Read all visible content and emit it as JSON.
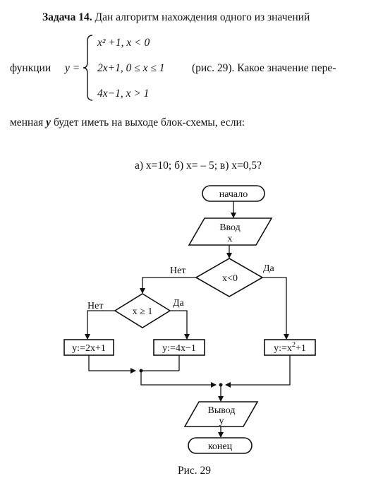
{
  "problem": {
    "title": "Задача 14.",
    "line1_rest": "Дан алгоритм нахождения одного из значений",
    "func_label": "функции",
    "y_eq": "y =",
    "case1": "x² +1,  x < 0",
    "case2": "2x+1,  0 ≤ x ≤ 1",
    "case3": "4x−1,  x > 1",
    "func_tail": "(рис. 29). Какое значение пере-",
    "line3_start": "менная",
    "line3_var": "y",
    "line3_end": "будет иметь на выходе блок-схемы, если:",
    "question": "а) x=10;   б) x= – 5;   в) x=0,5?"
  },
  "flowchart": {
    "start": "начало",
    "input_line1": "Ввод",
    "input_line2": "x",
    "cond1": "x<0",
    "cond1_no": "Нет",
    "cond1_yes": "Да",
    "cond2": "x ≥ 1",
    "cond2_no": "Нет",
    "cond2_yes": "Да",
    "box_2x": "y:=2x+1",
    "box_4x": "y:=4x−1",
    "box_x2_base": "y:=x",
    "box_x2_exp": "2",
    "box_x2_tail": "+1",
    "output_line1": "Вывод",
    "output_line2": "y",
    "end": "конец"
  },
  "caption": "Рис. 29"
}
